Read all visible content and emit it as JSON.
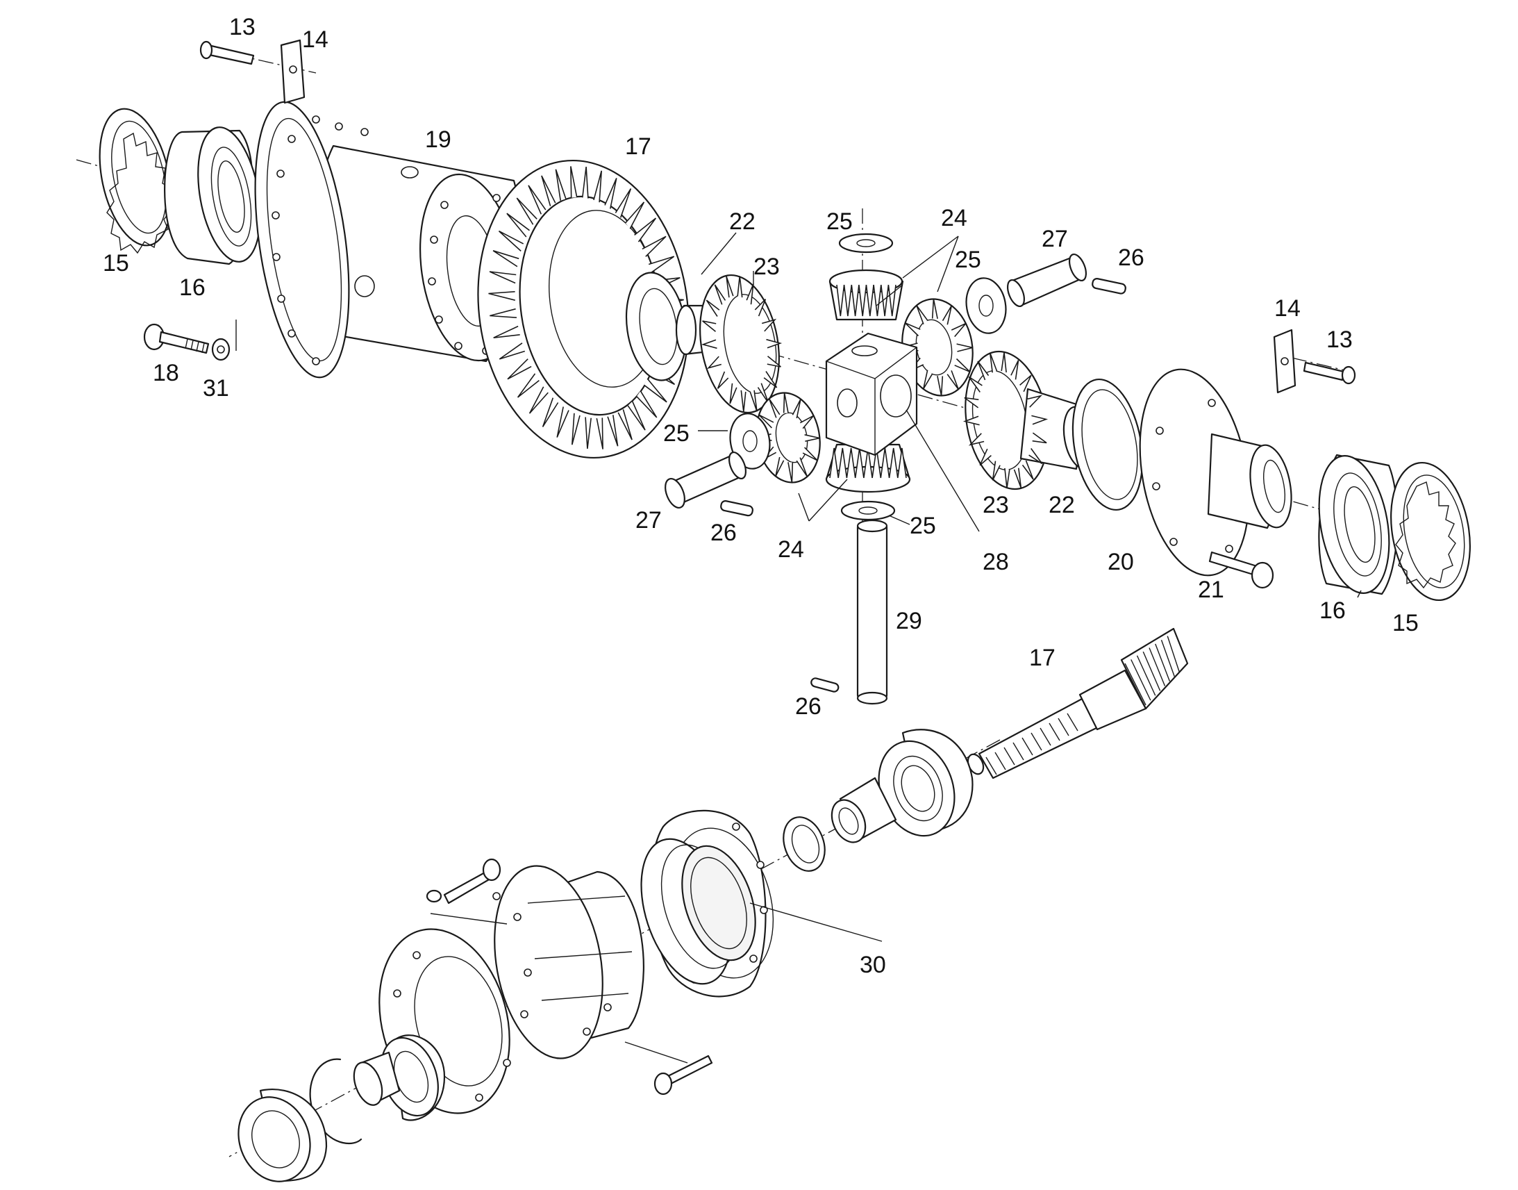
{
  "diagram": {
    "subject": "differential assembly exploded view",
    "callouts": {
      "c13a": "13",
      "c14a": "14",
      "c19": "19",
      "c17a": "17",
      "c15a": "15",
      "c16a": "16",
      "c18": "18",
      "c31": "31",
      "c22a": "22",
      "c23a": "23",
      "c25a": "25",
      "c24a": "24",
      "c27a": "27",
      "c26a": "26",
      "c25b": "25",
      "c14b": "14",
      "c13b": "13",
      "c25c": "25",
      "c27b": "27",
      "c26b": "26",
      "c24b": "24",
      "c25d": "25",
      "c28": "28",
      "c23b": "23",
      "c22b": "22",
      "c20": "20",
      "c21": "21",
      "c16b": "16",
      "c15b": "15",
      "c29": "29",
      "c17b": "17",
      "c26c": "26",
      "c30": "30"
    },
    "parts": {
      "p13": "bolt",
      "p14": "lock plate",
      "p15": "bearing adjusting ring",
      "p16": "taper roller bearing",
      "p17": "crown wheel and pinion",
      "p18": "bolt",
      "p19": "differential case",
      "p20": "differential case cover",
      "p21": "bolt",
      "p22": "thrust washer",
      "p23": "side gear",
      "p24": "differential pinion",
      "p25": "thrust washer",
      "p26": "roll pin",
      "p27": "short pinion shaft",
      "p28": "spider block",
      "p29": "long pinion shaft",
      "p30": "shim pack",
      "p31": "nut"
    }
  }
}
